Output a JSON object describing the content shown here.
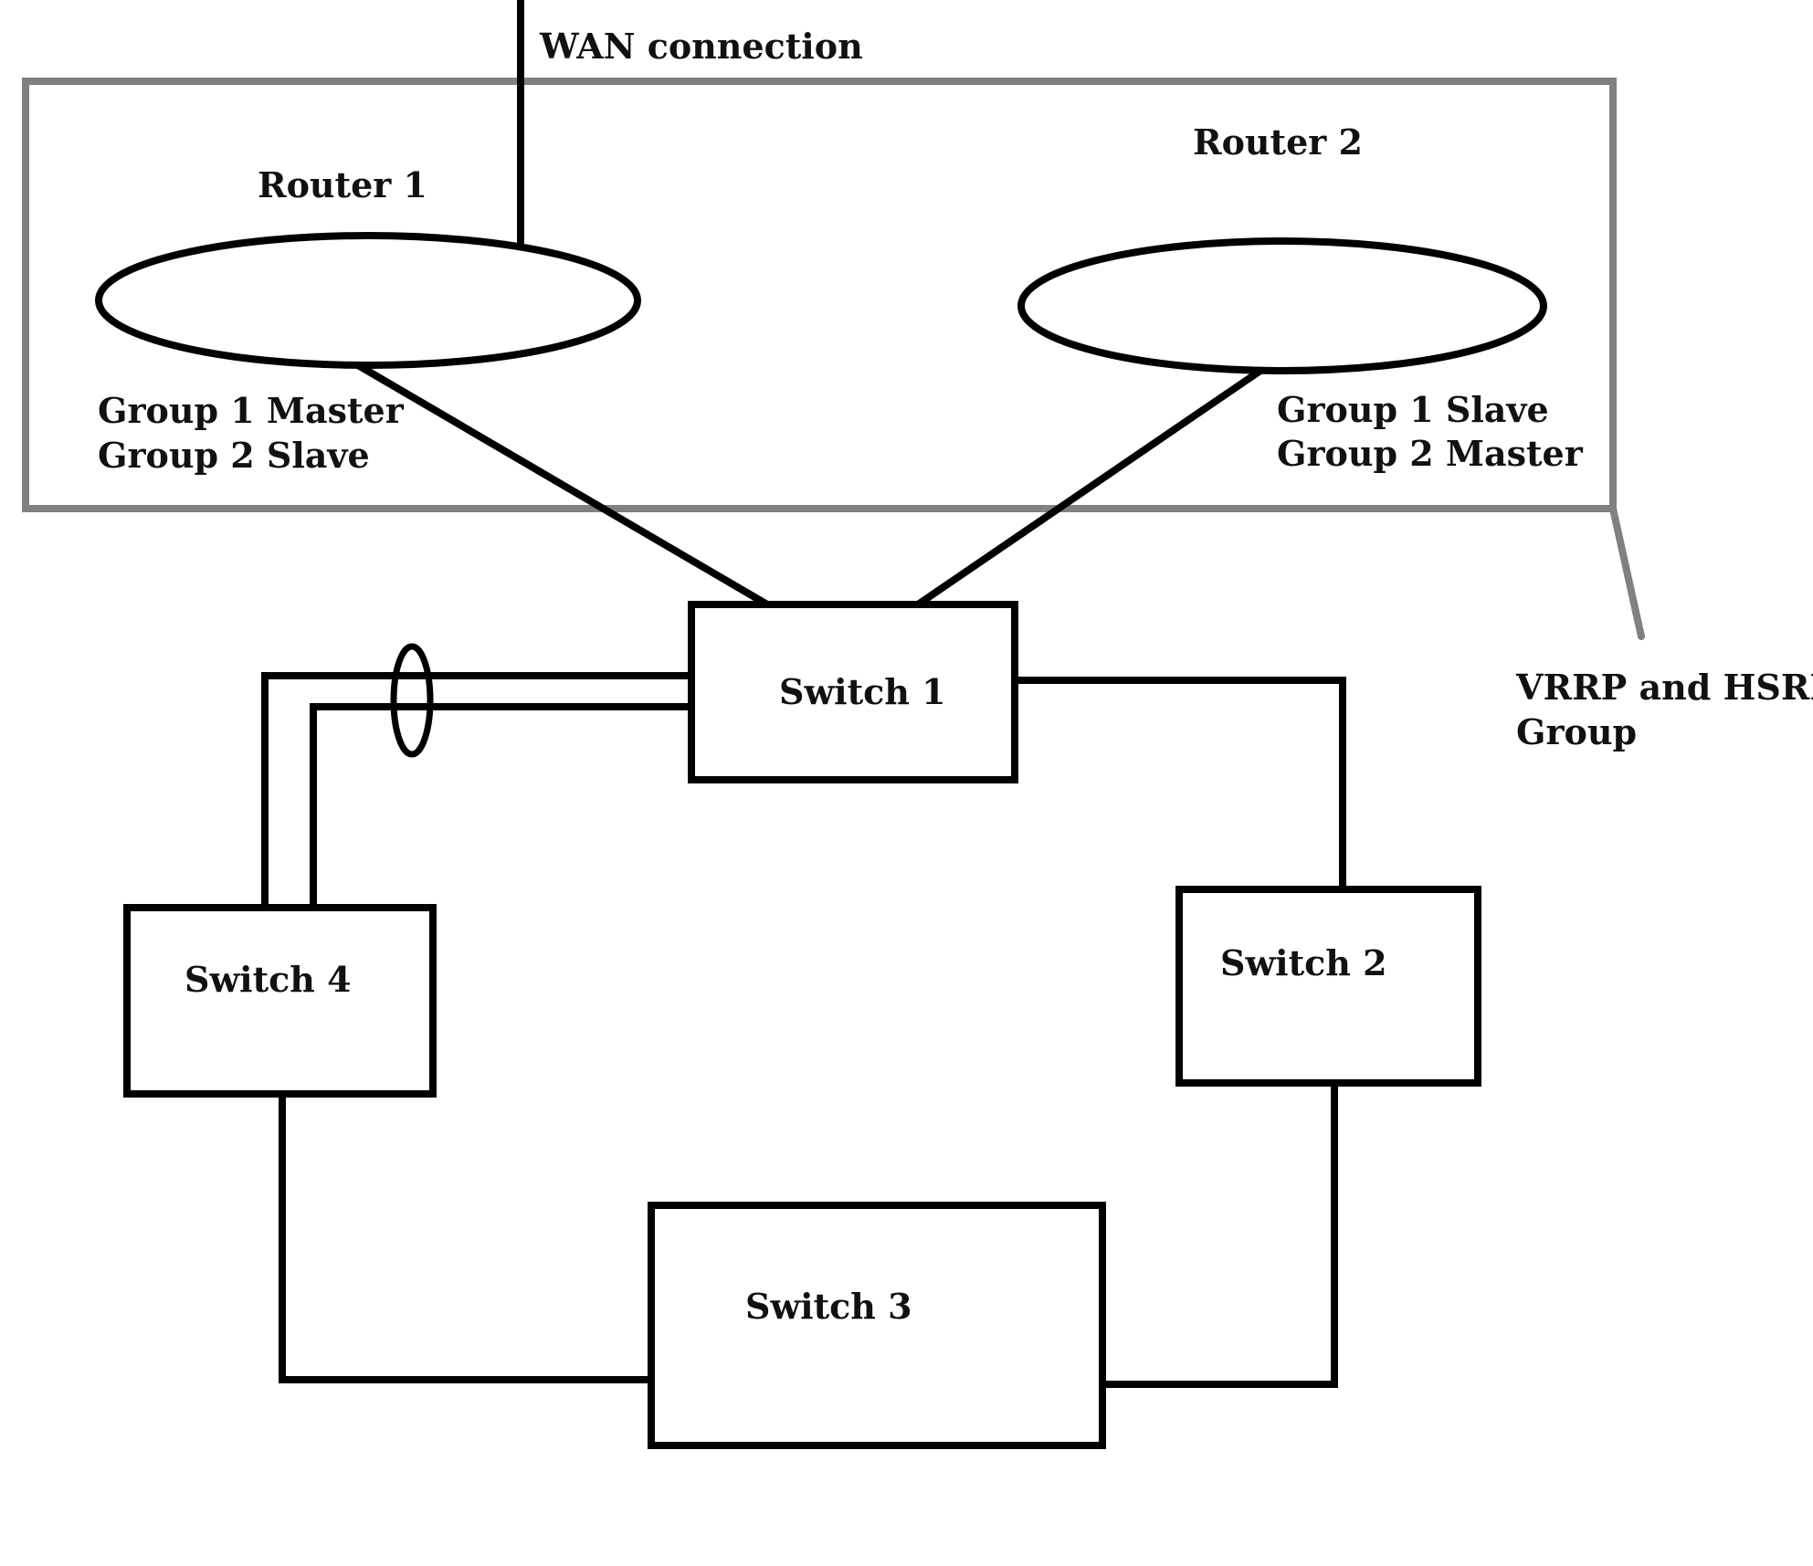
{
  "colors": {
    "line": "#000000",
    "group_border": "#808080",
    "background": "#ffffff",
    "text": "#111111"
  },
  "labels": {
    "wan": "WAN connection",
    "router1": "Router 1",
    "router2": "Router 2",
    "router1_role_line1": "Group 1 Master",
    "router1_role_line2": "Group 2 Slave",
    "router2_role_line1": "Group 1 Slave",
    "router2_role_line2": "Group 2 Master",
    "group_line1": "VRRP and HSRP",
    "group_line2": "Group",
    "switch1": "Switch 1",
    "switch2": "Switch 2",
    "switch3": "Switch 3",
    "switch4": "Switch 4"
  }
}
